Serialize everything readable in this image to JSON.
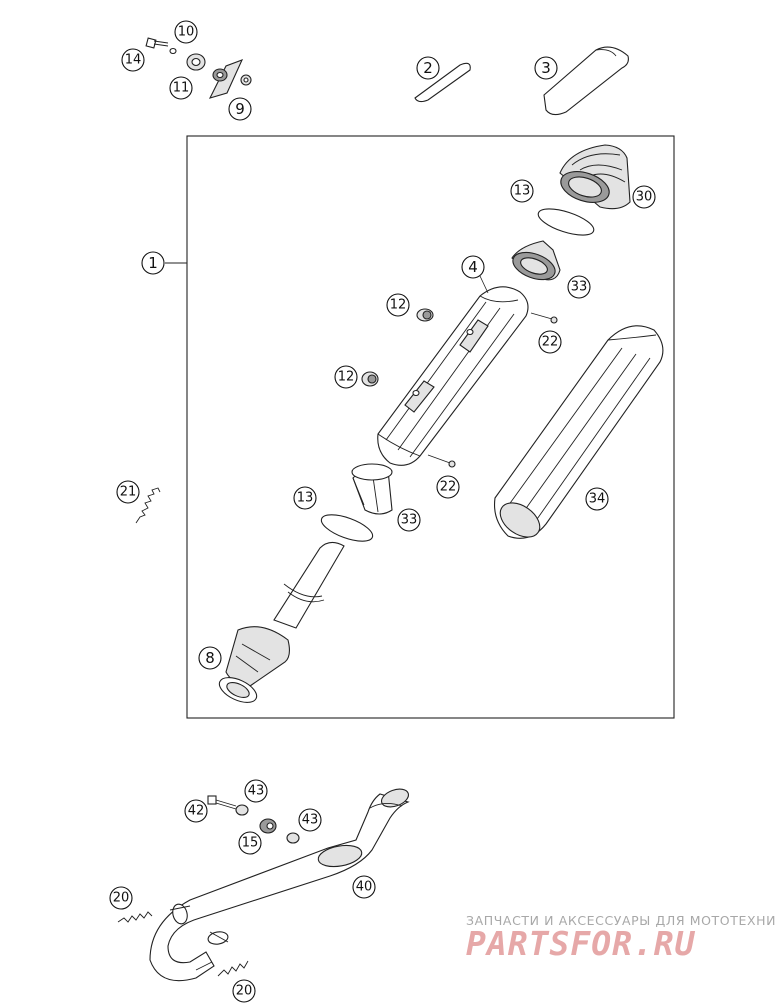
{
  "callouts": {
    "c1": "1",
    "c2": "2",
    "c3": "3",
    "c4": "4",
    "c8": "8",
    "c9": "9",
    "c10": "10",
    "c11": "11",
    "c12a": "12",
    "c12b": "12",
    "c13a": "13",
    "c13b": "13",
    "c14": "14",
    "c15": "15",
    "c20a": "20",
    "c20b": "20",
    "c21": "21",
    "c22a": "22",
    "c22b": "22",
    "c30": "30",
    "c33a": "33",
    "c33b": "33",
    "c34": "34",
    "c40": "40",
    "c42": "42",
    "c43a": "43",
    "c43b": "43"
  },
  "watermark": {
    "caption": "ЗАПЧАСТИ И АКСЕССУАРЫ ДЛЯ МОТОТЕХНИКИ",
    "logo": "PARTSFOR.RU"
  },
  "colors": {
    "line": "#222222",
    "watermark_logo": "#e6a8a8",
    "watermark_caption": "#a8a8a8"
  }
}
